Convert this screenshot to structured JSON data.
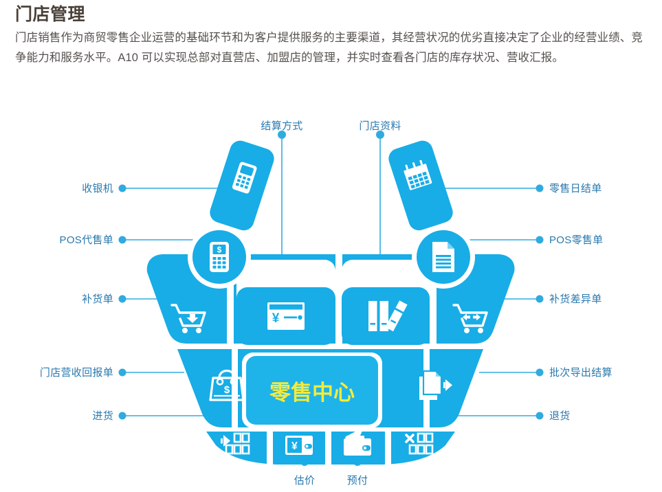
{
  "header": {
    "title": "门店管理",
    "description": "门店销售作为商贸零售企业运营的基础环节和为客户提供服务的主要渠道，其经营状况的优劣直接决定了企业的经营业绩、竞争能力和服务水平。A10 可以实现总部对直营店、加盟店的管理，并实时查看各门店的库存状况、营收汇报。"
  },
  "diagram": {
    "center_label": "零售中心",
    "colors": {
      "primary_blue": "#18ADE6",
      "center_tile_blue": "#1EB4E9",
      "center_text_yellow": "#F5EB3C",
      "connector_blue": "#30ABE0",
      "label_blue": "#2A79AE",
      "title_brown": "#4A4139"
    },
    "labels_left": [
      {
        "text": "收银机",
        "icon": "calculator-icon"
      },
      {
        "text": "POS代售单",
        "icon": "pos-terminal-icon"
      },
      {
        "text": "补货单",
        "icon": "cart-in-icon"
      },
      {
        "text": "门店营收回报单",
        "icon": "money-bag-icon"
      },
      {
        "text": "进货",
        "icon": "inbound-grid-icon"
      }
    ],
    "labels_right": [
      {
        "text": "零售日结单",
        "icon": "calendar-icon"
      },
      {
        "text": "POS零售单",
        "icon": "document-icon"
      },
      {
        "text": "补货差异单",
        "icon": "cart-exchange-icon"
      },
      {
        "text": "批次导出结算",
        "icon": "export-doc-icon"
      },
      {
        "text": "退货",
        "icon": "return-grid-icon"
      }
    ],
    "labels_top": [
      {
        "text": "结算方式",
        "icon": "credit-card-icon"
      },
      {
        "text": "门店资料",
        "icon": "books-icon"
      }
    ],
    "labels_bottom": [
      {
        "text": "估价",
        "icon": "yen-wallet-icon"
      },
      {
        "text": "预付",
        "icon": "wallet-out-icon"
      }
    ]
  }
}
